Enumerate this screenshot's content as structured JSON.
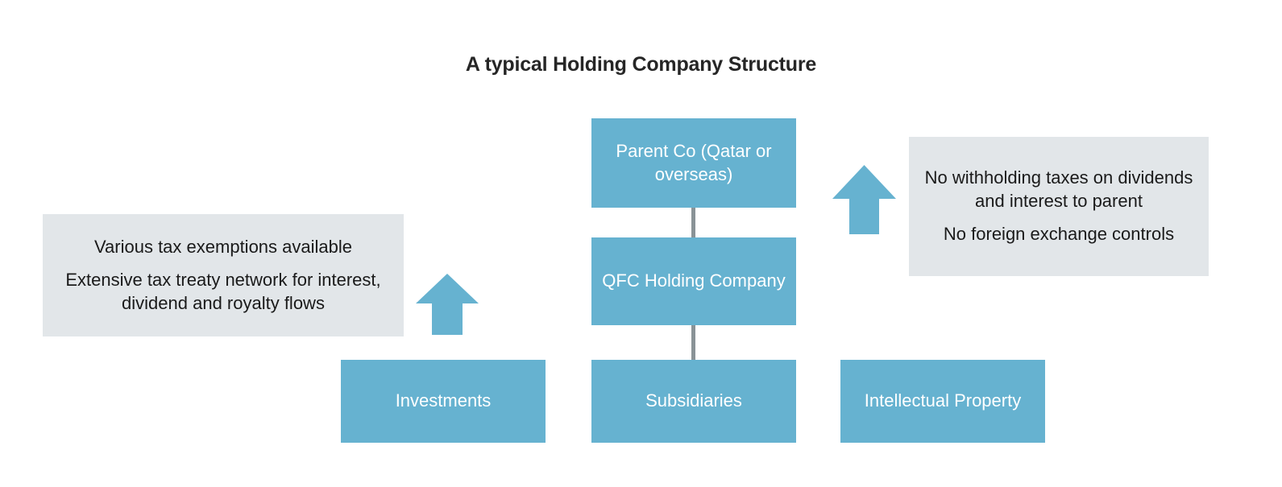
{
  "diagram": {
    "title": "A typical Holding Company Structure",
    "colors": {
      "node_fill": "#66b2d0",
      "node_text": "#ffffff",
      "callout_fill": "#e2e6e9",
      "callout_text": "#1a1a1a",
      "connector": "#8a9397",
      "arrow": "#66b2d0",
      "background": "#ffffff",
      "title_text": "#262626"
    },
    "nodes": [
      {
        "id": "parent",
        "label": "Parent Co (Qatar or overseas)"
      },
      {
        "id": "qfc",
        "label": "QFC Holding Company"
      },
      {
        "id": "subsidiaries",
        "label": "Subsidiaries"
      },
      {
        "id": "investments",
        "label": "Investments"
      },
      {
        "id": "ip",
        "label": "Intellectual Property"
      }
    ],
    "callouts": [
      {
        "id": "left",
        "lines": [
          "Various tax exemptions available",
          "Extensive tax treaty network for interest, dividend and royalty flows"
        ]
      },
      {
        "id": "right",
        "lines": [
          "No withholding taxes on dividends and interest to parent",
          "No foreign exchange controls"
        ]
      }
    ],
    "arrows": [
      {
        "id": "left",
        "direction": "up"
      },
      {
        "id": "right",
        "direction": "up"
      }
    ]
  }
}
